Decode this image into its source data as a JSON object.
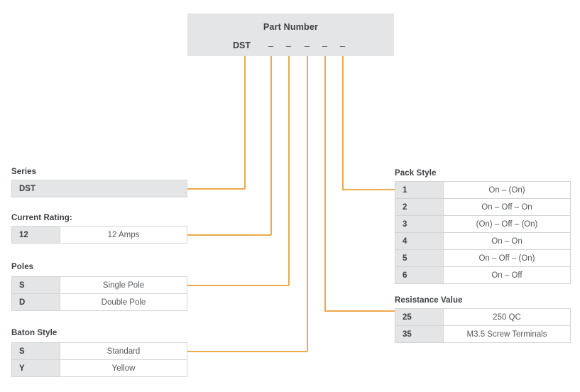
{
  "part_number": {
    "title": "Part Number",
    "prefix": "DST",
    "dashes": [
      "–",
      "–",
      "–",
      "–",
      "–"
    ]
  },
  "groups": {
    "series": {
      "title": "Series",
      "rows": [
        {
          "code": "DST",
          "desc": ""
        }
      ]
    },
    "current_rating": {
      "title": "Current Rating:",
      "rows": [
        {
          "code": "12",
          "desc": "12 Amps"
        }
      ]
    },
    "poles": {
      "title": "Poles",
      "rows": [
        {
          "code": "S",
          "desc": "Single Pole"
        },
        {
          "code": "D",
          "desc": "Double Pole"
        }
      ]
    },
    "baton_style": {
      "title": "Baton Style",
      "rows": [
        {
          "code": "S",
          "desc": "Standard"
        },
        {
          "code": "Y",
          "desc": "Yellow"
        }
      ]
    },
    "pack_style": {
      "title": "Pack Style",
      "rows": [
        {
          "code": "1",
          "desc": "On – (On)"
        },
        {
          "code": "2",
          "desc": "On – Off – On"
        },
        {
          "code": "3",
          "desc": "(On) – Off – (On)"
        },
        {
          "code": "4",
          "desc": "On – On"
        },
        {
          "code": "5",
          "desc": "On – Off – (On)"
        },
        {
          "code": "6",
          "desc": "On – Off"
        }
      ]
    },
    "resistance_value": {
      "title": "Resistance Value",
      "rows": [
        {
          "code": "25",
          "desc": "250 QC"
        },
        {
          "code": "35",
          "desc": "M3.5 Screw Terminals"
        }
      ]
    }
  },
  "colors": {
    "connector": "#eda94a",
    "cell_gray": "#e4e5e7",
    "border": "#d3d4d6",
    "text_dark": "#3b3d40",
    "text_body": "#55585c"
  }
}
